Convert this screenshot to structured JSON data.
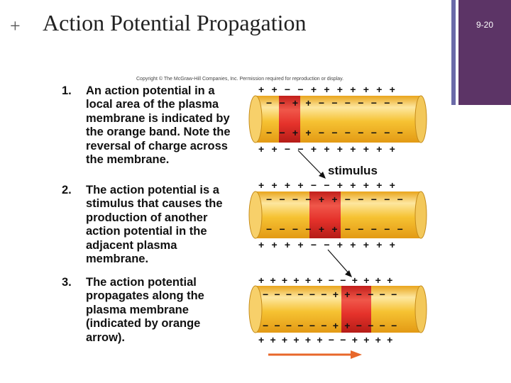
{
  "slide": {
    "plus": "+",
    "title": "Action Potential Propagation",
    "number": "9-20",
    "copyright": "Copyright © The McGraw-Hill Companies, Inc. Permission required for reproduction or display."
  },
  "steps": [
    {
      "num": "1.",
      "text": "An action potential in a local area of the plasma membrane is indicated by the orange band. Note the reversal of charge across the membrane."
    },
    {
      "num": "2.",
      "text": "The action potential is a stimulus that causes the production of another action potential in the adjacent plasma membrane."
    },
    {
      "num": "3.",
      "text": "The action potential propagates along the plasma membrane (indicated by orange arrow)."
    }
  ],
  "diagram": {
    "stimulus_label": "stimulus",
    "colors": {
      "membrane": "#f6c232",
      "membrane_light": "#fde7a0",
      "band": "#e5322b",
      "arrow": "#e8672a"
    },
    "panels": [
      {
        "outer_top": "+ + − − + + + + + + +",
        "inner_top": "− − + + − − − − − − −",
        "inner_bottom": "− − + + − − − − − − −",
        "outer_bottom": "+ + − − + + + + + + +"
      },
      {
        "outer_top": "+ + + + − − + + + + +",
        "inner_top": "− − − − + + − − − − −",
        "inner_bottom": "− − − − + + − − − − −",
        "outer_bottom": "+ + + + − − + + + + +"
      },
      {
        "outer_top": "+ + + + + + − − + + + +",
        "inner_top": "− − − − − − + + − − − −",
        "inner_bottom": "− − − − − − + + − − − −",
        "outer_bottom": "+ + + + + + − − + + + +"
      }
    ]
  }
}
